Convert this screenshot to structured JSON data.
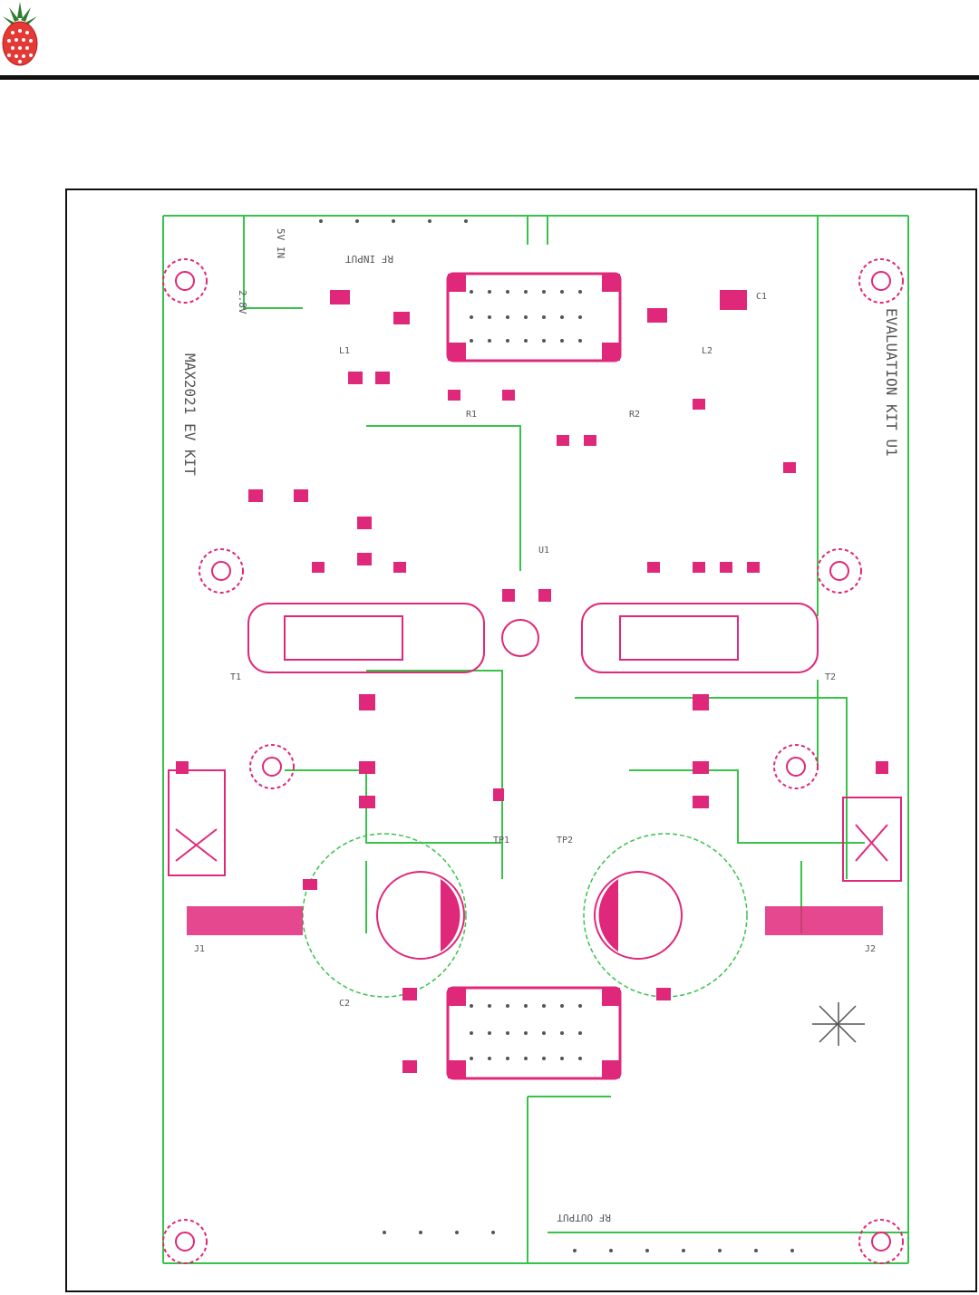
{
  "colors": {
    "rule": "#111111",
    "frame": "#111111",
    "copper": "#e0287a",
    "trace": "#39c24a",
    "silk": "#555555",
    "logo_fruit": "#e53935",
    "logo_leaves": "#2e7d32"
  },
  "icons": {
    "logo": "pineapple-logo-icon"
  },
  "board": {
    "labels": {
      "rf_input": "RF INPUT",
      "rf_output": "RF OUTPUT",
      "vcc_in": "5V IN",
      "vccb_in": "2.8V",
      "title_left": "MAX2021 EV KIT",
      "title_right": "EVALUATION KIT U1",
      "ref_l1": "L1",
      "ref_l2": "L2",
      "ref_c1": "C1",
      "ref_c2": "C2",
      "ref_r1": "R1",
      "ref_r2": "R2",
      "ref_t1": "T1",
      "ref_t2": "T2",
      "ref_j1": "J1",
      "ref_j2": "J2",
      "ref_u1": "U1",
      "ref_tp1": "TP1",
      "ref_tp2": "TP2"
    }
  }
}
